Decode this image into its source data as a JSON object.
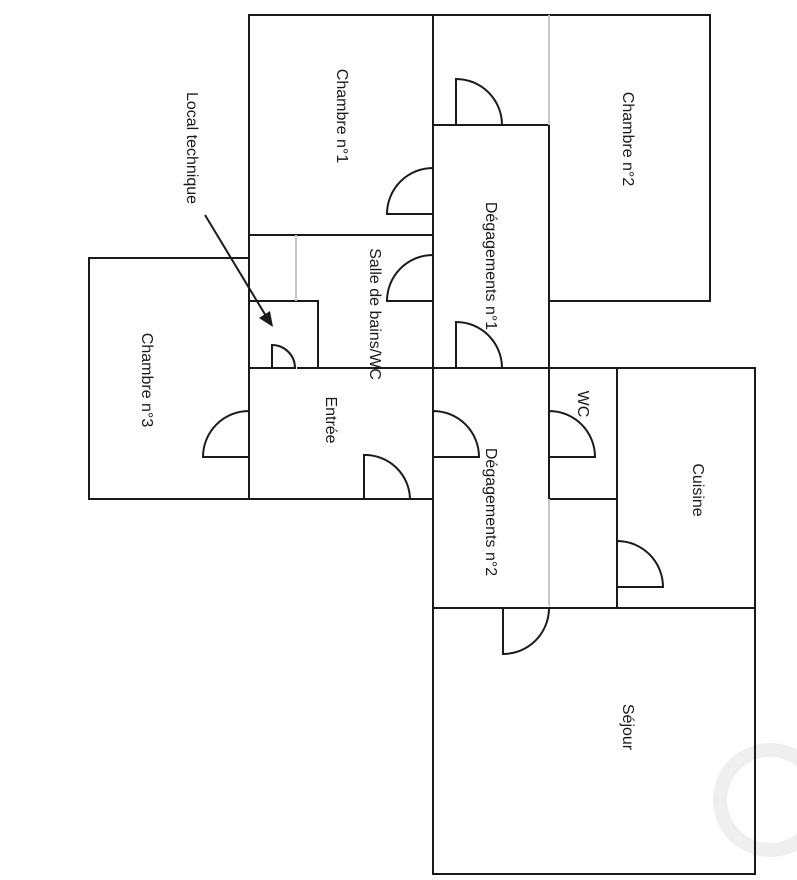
{
  "plan": {
    "rooms": {
      "chambre1": "Chambre n°1",
      "chambre2": "Chambre n°2",
      "chambre3": "Chambre n°3",
      "local_technique": "Local technique",
      "salle_de_bains": "Salle de bains/WC",
      "degagements1": "Dégagements n°1",
      "degagements2": "Dégagements n°2",
      "entree": "Entrée",
      "wc": "WC",
      "cuisine": "Cuisine",
      "sejour": "Séjour"
    }
  }
}
